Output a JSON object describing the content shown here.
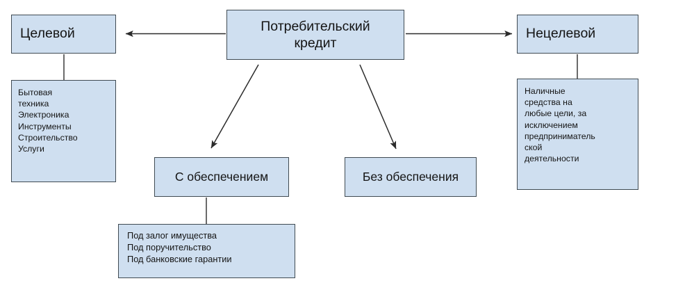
{
  "diagram": {
    "type": "flowchart",
    "title": "Потребительский кредит",
    "colors": {
      "node_fill": "#cfdff0",
      "node_border": "#3f4a52",
      "edge": "#2b2b2b",
      "text": "#141414",
      "background": "#ffffff"
    },
    "nodes": {
      "root": {
        "label": "Потребительский\nкредит"
      },
      "targeted": {
        "label": "Целевой"
      },
      "untargeted": {
        "label": "Нецелевой"
      },
      "targeted_list": {
        "label": "Бытовая\nтехника\nЭлектроника\nИнструменты\nСтроительство\nУслуги"
      },
      "untargeted_list": {
        "label": "Наличные\nсредства на\nлюбые цели, за\nисключением\nпредприниматель\nской\nдеятельности"
      },
      "secured": {
        "label": "С обеспечением"
      },
      "unsecured": {
        "label": "Без обеспечения"
      },
      "secured_list": {
        "label": "Под залог имущества\nПод поручительство\nПод банковские гарантии"
      }
    },
    "edges": [
      {
        "from": "root",
        "to": "targeted",
        "style": "arrow-left"
      },
      {
        "from": "root",
        "to": "untargeted",
        "style": "arrow-right"
      },
      {
        "from": "root",
        "to": "secured",
        "style": "arrow-diagonal"
      },
      {
        "from": "root",
        "to": "unsecured",
        "style": "arrow-diagonal"
      },
      {
        "from": "targeted",
        "to": "targeted_list",
        "style": "plain-line"
      },
      {
        "from": "untargeted",
        "to": "untargeted_list",
        "style": "plain-line"
      },
      {
        "from": "secured",
        "to": "secured_list",
        "style": "plain-line"
      }
    ]
  }
}
